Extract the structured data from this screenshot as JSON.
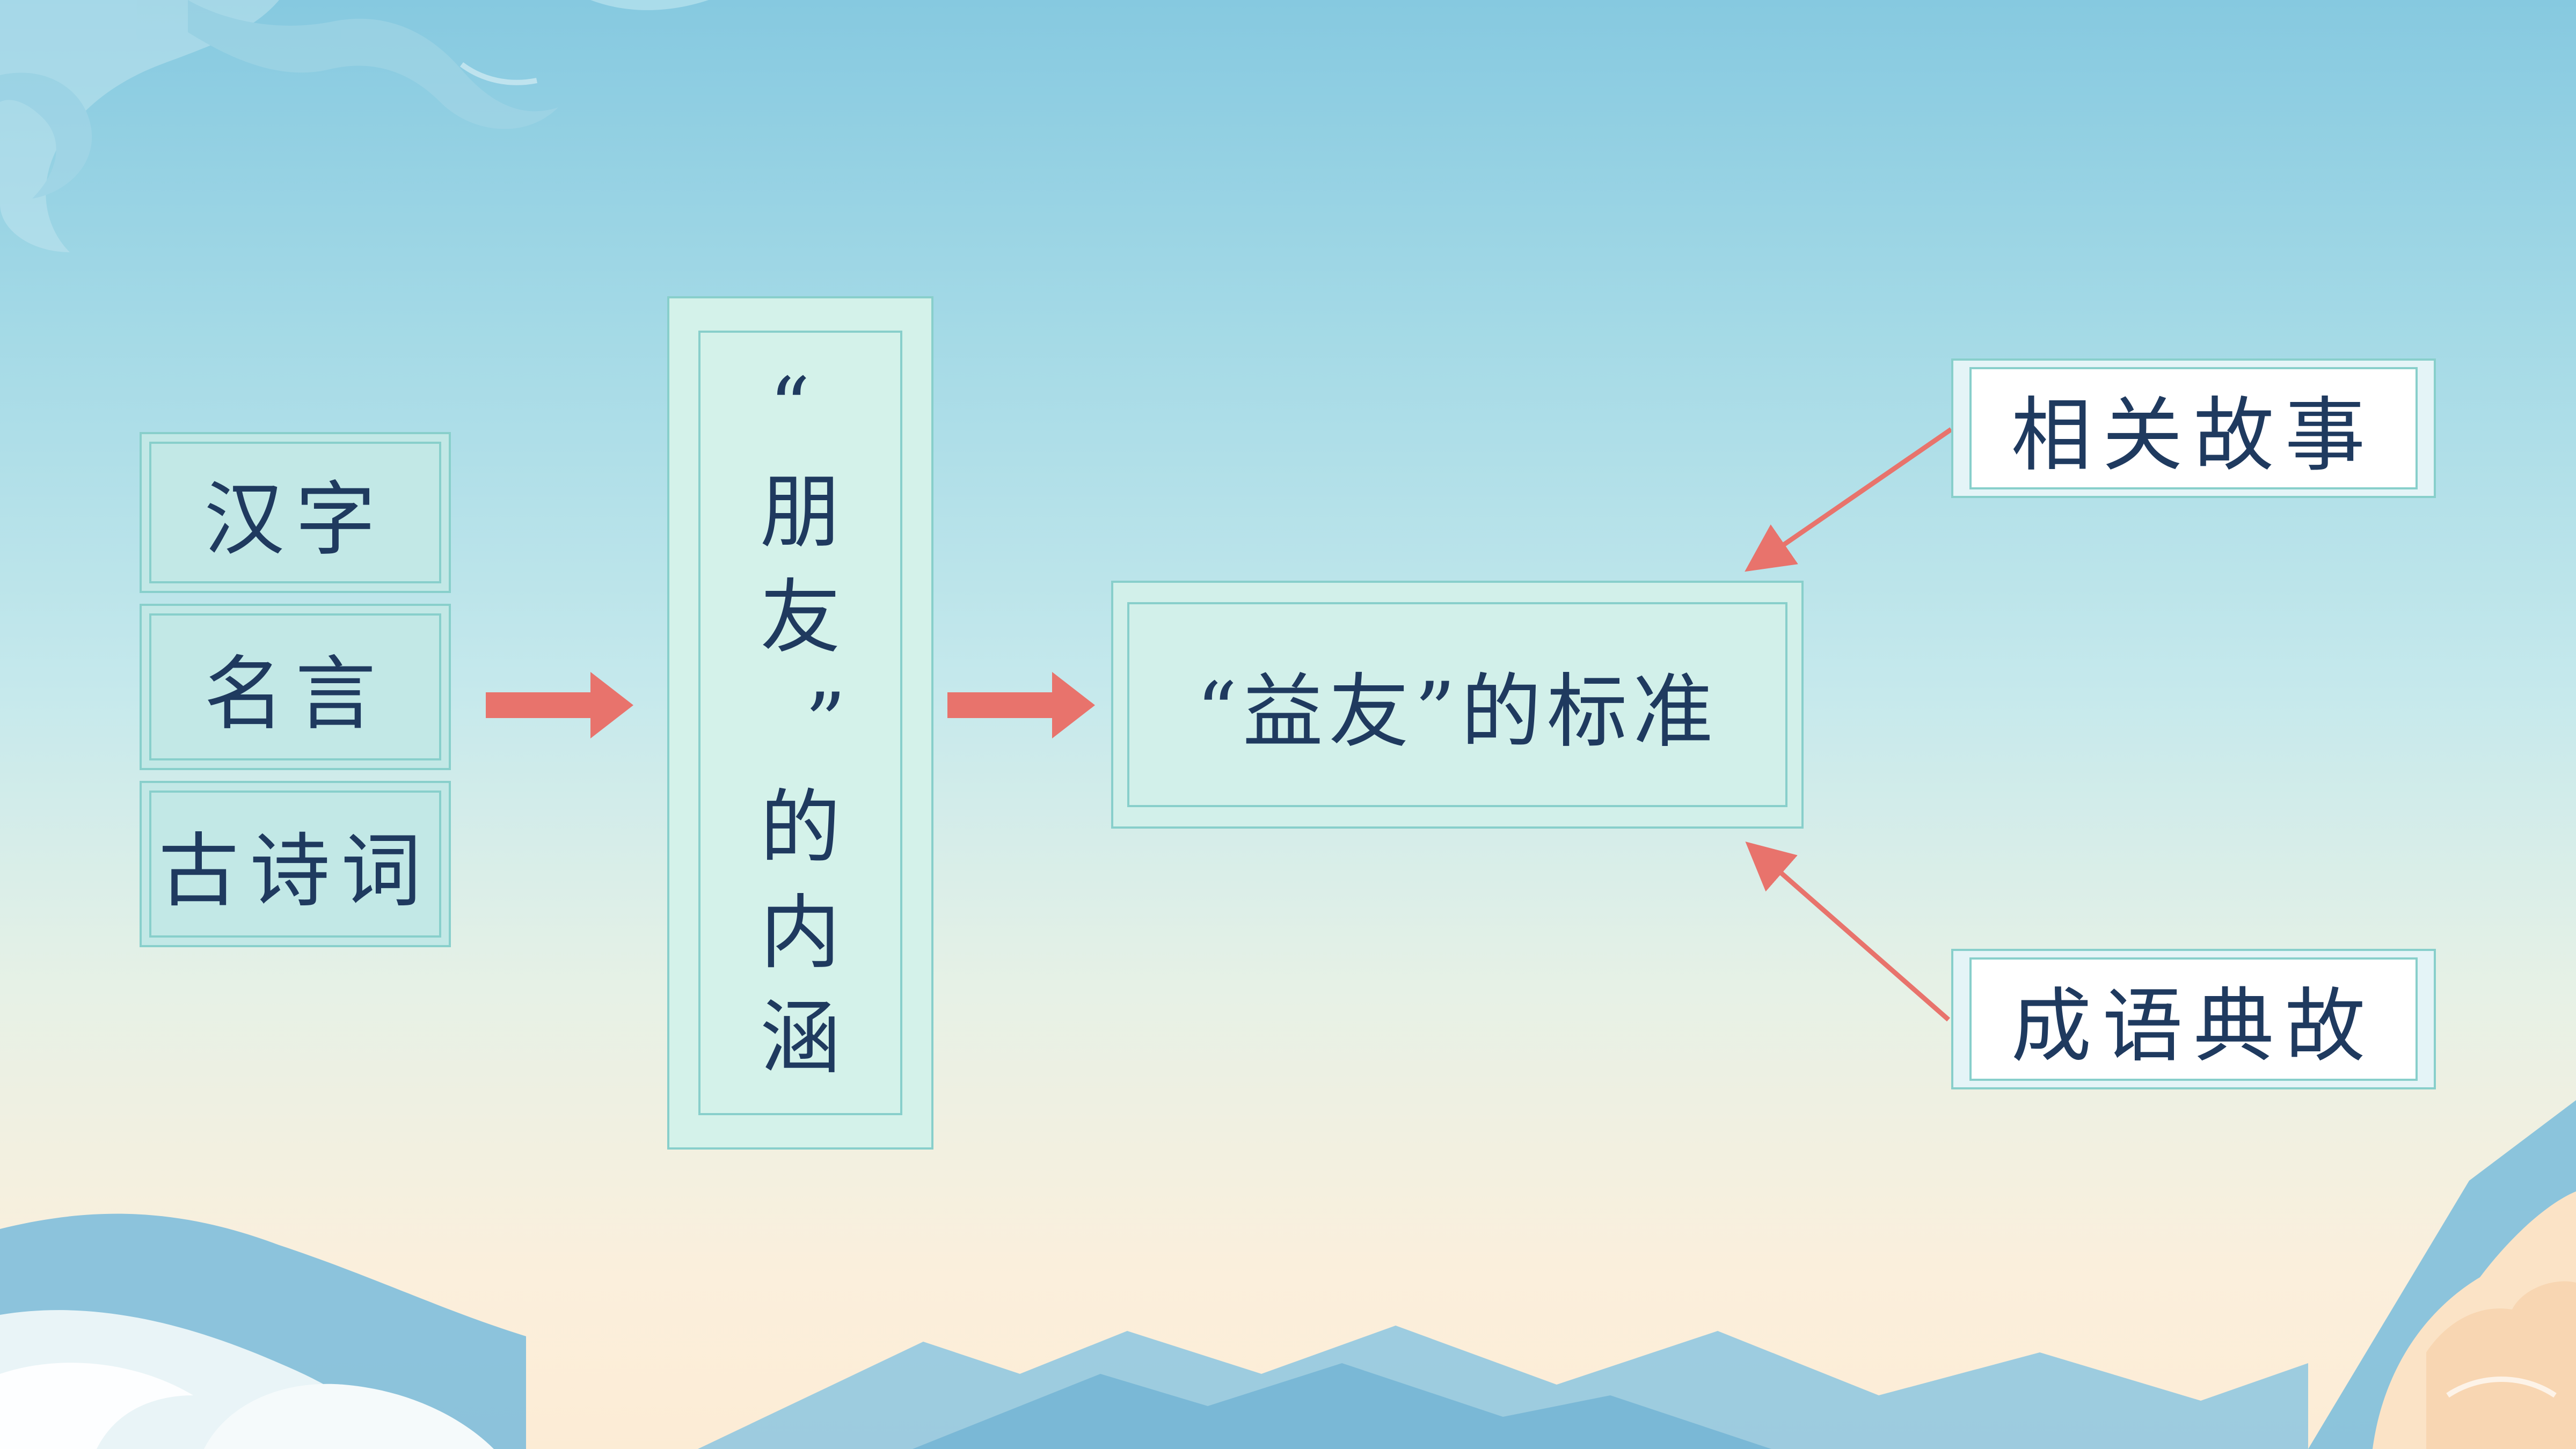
{
  "sources": [
    "汉字",
    "名言",
    "古诗词"
  ],
  "center_vertical": [
    "“",
    "朋",
    "友",
    "”",
    "的",
    "内",
    "涵"
  ],
  "target": "“益友”的标准",
  "supports": [
    "相关故事",
    "成语典故"
  ],
  "colors": {
    "box_border": "#88cfcb",
    "box_fill": "#cdeee9",
    "center_fill": "#d7f4ec",
    "support_fill": "#ffffff",
    "text": "#1f3a5f",
    "arrow": "#e8736c"
  }
}
